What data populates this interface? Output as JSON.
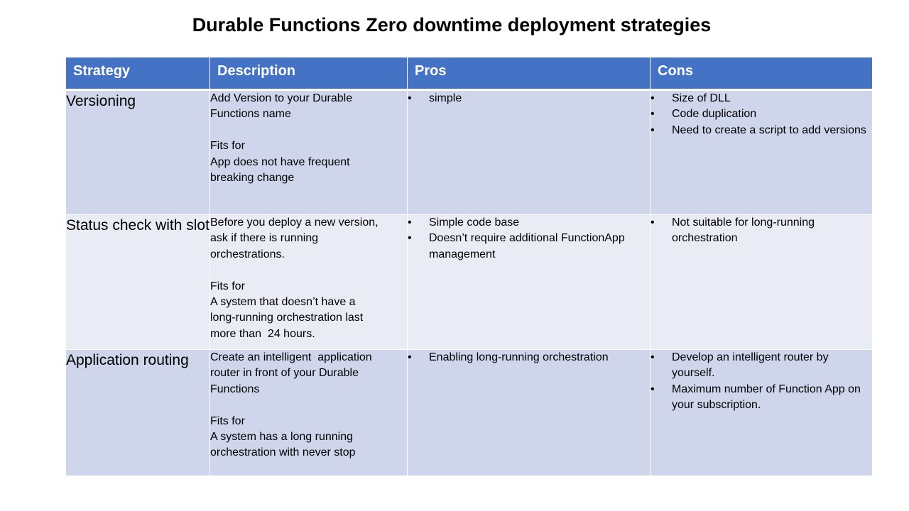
{
  "title": "Durable Functions Zero downtime deployment strategies",
  "table": {
    "headers": [
      "Strategy",
      "Description",
      "Pros",
      "Cons"
    ],
    "bullet": "•",
    "rows": [
      {
        "strategy": "Versioning",
        "description": [
          "Add Version to your Durable",
          "Functions name",
          "",
          "Fits for",
          "App does not have frequent",
          "breaking change"
        ],
        "pros": [
          "simple"
        ],
        "cons": [
          "Size of DLL",
          "Code duplication",
          "Need to create a script to add versions"
        ]
      },
      {
        "strategy": "Status check with slot",
        "description": [
          "Before you deploy a new version,",
          "ask if there is running",
          "orchestrations.",
          "",
          "Fits for",
          "A system that doesn’t have a",
          "long-running orchestration last",
          "more than  24 hours."
        ],
        "pros": [
          "Simple code base",
          "Doesn’t require additional FunctionApp management"
        ],
        "cons": [
          "Not suitable for long-running orchestration"
        ]
      },
      {
        "strategy": "Application routing",
        "description": [
          "Create an intelligent  application",
          "router in front of your Durable",
          "Functions",
          "",
          "Fits for",
          "A system has a long running",
          "orchestration with never stop"
        ],
        "pros": [
          "Enabling long-running orchestration"
        ],
        "cons": [
          "Develop an intelligent router by yourself.",
          "Maximum number of Function App on your subscription."
        ]
      }
    ]
  }
}
